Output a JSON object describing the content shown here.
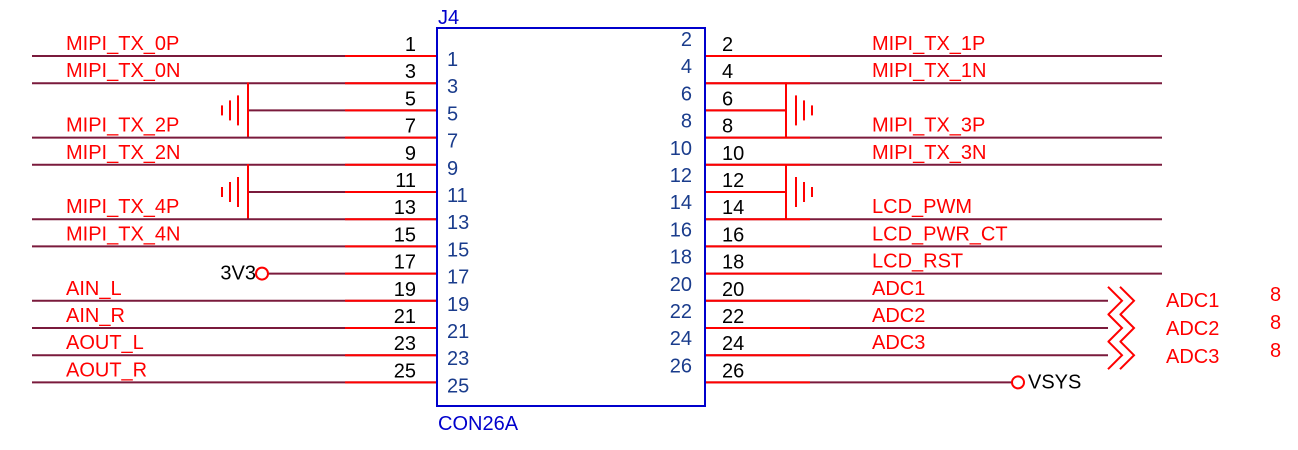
{
  "component": {
    "ref": "J4",
    "part": "CON26A"
  },
  "left_pins": [
    {
      "wire_num": "1",
      "pin_num": "1",
      "net": "MIPI_TX_0P"
    },
    {
      "wire_num": "3",
      "pin_num": "3",
      "net": "MIPI_TX_0N"
    },
    {
      "wire_num": "5",
      "pin_num": "5",
      "net": ""
    },
    {
      "wire_num": "7",
      "pin_num": "7",
      "net": "MIPI_TX_2P"
    },
    {
      "wire_num": "9",
      "pin_num": "9",
      "net": "MIPI_TX_2N"
    },
    {
      "wire_num": "11",
      "pin_num": "11",
      "net": ""
    },
    {
      "wire_num": "13",
      "pin_num": "13",
      "net": "MIPI_TX_4P"
    },
    {
      "wire_num": "15",
      "pin_num": "15",
      "net": "MIPI_TX_4N"
    },
    {
      "wire_num": "17",
      "pin_num": "17",
      "net": "3V3"
    },
    {
      "wire_num": "19",
      "pin_num": "19",
      "net": "AIN_L"
    },
    {
      "wire_num": "21",
      "pin_num": "21",
      "net": "AIN_R"
    },
    {
      "wire_num": "23",
      "pin_num": "23",
      "net": "AOUT_L"
    },
    {
      "wire_num": "25",
      "pin_num": "25",
      "net": "AOUT_R"
    }
  ],
  "right_pins": [
    {
      "wire_num": "2",
      "pin_num": "2",
      "net": "MIPI_TX_1P"
    },
    {
      "wire_num": "4",
      "pin_num": "4",
      "net": "MIPI_TX_1N"
    },
    {
      "wire_num": "6",
      "pin_num": "6",
      "net": ""
    },
    {
      "wire_num": "8",
      "pin_num": "8",
      "net": "MIPI_TX_3P"
    },
    {
      "wire_num": "10",
      "pin_num": "10",
      "net": "MIPI_TX_3N"
    },
    {
      "wire_num": "12",
      "pin_num": "12",
      "net": ""
    },
    {
      "wire_num": "14",
      "pin_num": "14",
      "net": "LCD_PWM"
    },
    {
      "wire_num": "16",
      "pin_num": "16",
      "net": "LCD_PWR_CT"
    },
    {
      "wire_num": "18",
      "pin_num": "18",
      "net": "LCD_RST"
    },
    {
      "wire_num": "20",
      "pin_num": "20",
      "net": "ADC1"
    },
    {
      "wire_num": "22",
      "pin_num": "22",
      "net": "ADC2"
    },
    {
      "wire_num": "24",
      "pin_num": "24",
      "net": "ADC3"
    },
    {
      "wire_num": "26",
      "pin_num": "26",
      "net": "VSYS"
    }
  ],
  "offpage": [
    {
      "name": "ADC1",
      "page": "8"
    },
    {
      "name": "ADC2",
      "page": "8"
    },
    {
      "name": "ADC3",
      "page": "8"
    }
  ],
  "colors": {
    "wire": "#ff0000",
    "net_line": "#7a1a3c",
    "body": "#0000cc",
    "pin_number": "#1a3c8c",
    "wire_number": "#000000"
  },
  "icons": [
    "ground-icon",
    "power-port-icon",
    "offpage-connector-icon"
  ]
}
